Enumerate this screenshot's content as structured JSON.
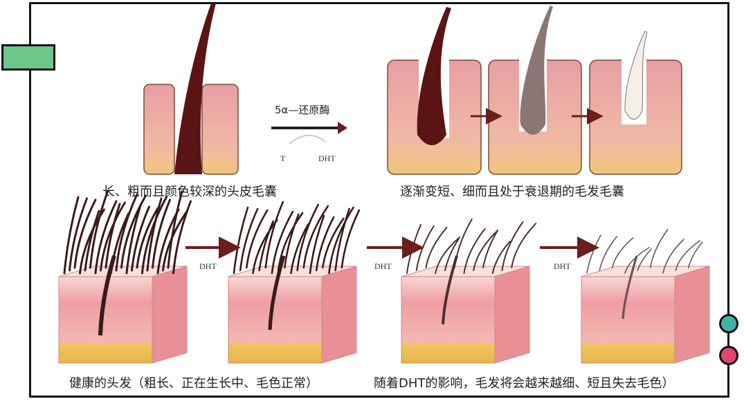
{
  "enzyme_label": "5α—还原酶",
  "t_label": "T",
  "dht_label": "DHT",
  "top_left_caption": "长、粗而且颜色较深的头皮毛囊",
  "top_right_caption": "逐渐变短、细而且处于衰退期的毛发毛囊",
  "arrow_labels": [
    "DHT",
    "DHT",
    "DHT"
  ],
  "bottom_left_caption": "健康的头发（粗长、正在生长中、毛色正常）",
  "bottom_right_caption": "随着DHT的影响，毛发将会越来越细、短且失去毛色）",
  "colors": {
    "tag": "#6dc78a",
    "dot_teal": "#3fb3a8",
    "dot_pink": "#e0466e",
    "skin": "#eaa3a6",
    "hair": "#4a0f10",
    "fat": "#e8b85a"
  }
}
